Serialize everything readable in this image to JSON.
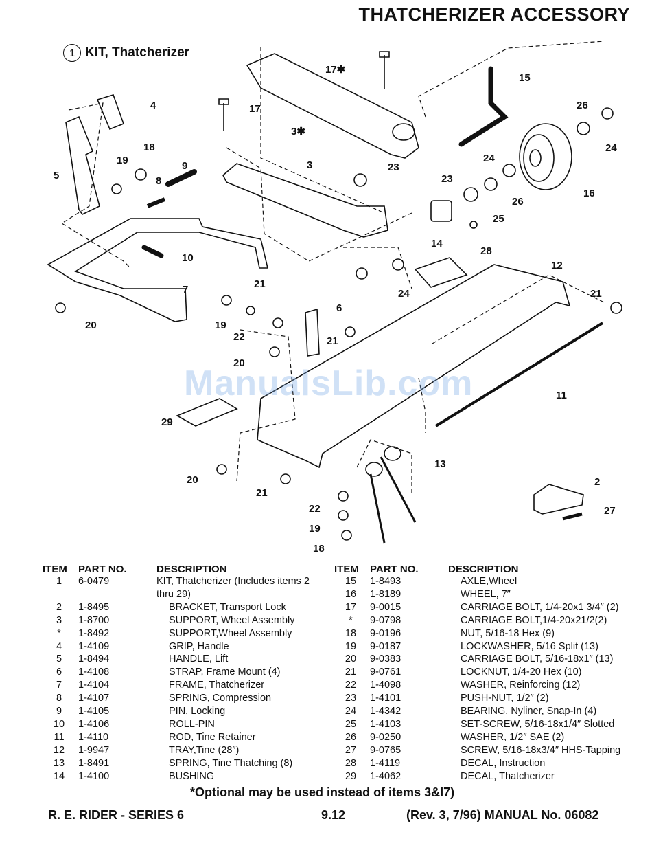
{
  "header": {
    "title": "THATCHERIZER ACCESSORY"
  },
  "kit": {
    "number": "1",
    "label": "KIT, Thatcherizer"
  },
  "watermark": "ManualsLib.com",
  "callouts": [
    "17✱",
    "15",
    "4",
    "17",
    "3✱",
    "26",
    "24",
    "18",
    "5",
    "19",
    "9",
    "3",
    "23",
    "16",
    "8",
    "23",
    "24",
    "26",
    "25",
    "14",
    "10",
    "28",
    "12",
    "7",
    "21",
    "6",
    "21",
    "20",
    "19",
    "22",
    "21",
    "24",
    "20",
    "11",
    "29",
    "13",
    "2",
    "20",
    "27",
    "21",
    "22",
    "19",
    "18"
  ],
  "table_headers": {
    "item": "ITEM",
    "part_no": "PART NO.",
    "description": "DESCRIPTION"
  },
  "parts_left": [
    {
      "item": "1",
      "part_no": "6-0479",
      "description": "KIT, Thatcherizer (Includes items 2",
      "cont": "thru 29)"
    },
    {
      "item": "2",
      "part_no": "1-8495",
      "description": "BRACKET, Transport Lock"
    },
    {
      "item": "3",
      "part_no": "1-8700",
      "description": "SUPPORT, Wheel Assembly"
    },
    {
      "item": "*",
      "part_no": "1-8492",
      "description": "SUPPORT,Wheel Assembly"
    },
    {
      "item": "4",
      "part_no": "1-4109",
      "description": "GRIP, Handle"
    },
    {
      "item": "5",
      "part_no": "1-8494",
      "description": "HANDLE, Lift"
    },
    {
      "item": "6",
      "part_no": "1-4108",
      "description": "STRAP, Frame Mount (4)"
    },
    {
      "item": "7",
      "part_no": "1-4104",
      "description": "FRAME, Thatcherizer"
    },
    {
      "item": "8",
      "part_no": "1-4107",
      "description": "SPRING, Compression"
    },
    {
      "item": "9",
      "part_no": "1-4105",
      "description": "PIN, Locking"
    },
    {
      "item": "10",
      "part_no": "1-4106",
      "description": "ROLL-PIN"
    },
    {
      "item": "11",
      "part_no": "1-4110",
      "description": "ROD, Tine Retainer"
    },
    {
      "item": "12",
      "part_no": "1-9947",
      "description": "TRAY,Tine (28″)"
    },
    {
      "item": "13",
      "part_no": "1-8491",
      "description": "SPRING, Tine Thatching (8)"
    },
    {
      "item": "14",
      "part_no": "1-4100",
      "description": "BUSHING"
    }
  ],
  "parts_right": [
    {
      "item": "15",
      "part_no": "1-8493",
      "description": "AXLE,Wheel"
    },
    {
      "item": "16",
      "part_no": "1-8189",
      "description": "WHEEL, 7″"
    },
    {
      "item": "17",
      "part_no": "9-0015",
      "description": "CARRIAGE BOLT, 1/4-20x1 3/4″ (2)"
    },
    {
      "item": "*",
      "part_no": "9-0798",
      "description": "CARRIAGE BOLT,1/4-20x21/2(2)"
    },
    {
      "item": "18",
      "part_no": "9-0196",
      "description": "NUT, 5/16-18 Hex (9)"
    },
    {
      "item": "19",
      "part_no": "9-0187",
      "description": "LOCKWASHER, 5/16 Split (13)"
    },
    {
      "item": "20",
      "part_no": "9-0383",
      "description": "CARRIAGE BOLT, 5/16-18x1″    (13)"
    },
    {
      "item": "21",
      "part_no": "9-0761",
      "description": "LOCKNUT, 1/4-20 Hex (10)"
    },
    {
      "item": "22",
      "part_no": "1-4098",
      "description": "WASHER, Reinforcing (12)"
    },
    {
      "item": "23",
      "part_no": "1-4101",
      "description": "PUSH-NUT, 1/2″ (2)"
    },
    {
      "item": "24",
      "part_no": "1-4342",
      "description": "BEARING, Nyliner, Snap-In (4)"
    },
    {
      "item": "25",
      "part_no": "1-4103",
      "description": "SET-SCREW, 5/16-18x1/4″    Slotted"
    },
    {
      "item": "26",
      "part_no": "9-0250",
      "description": "WASHER, 1/2″ SAE (2)"
    },
    {
      "item": "27",
      "part_no": "9-0765",
      "description": "SCREW, 5/16-18x3/4″ HHS-Tapping"
    },
    {
      "item": "28",
      "part_no": "1-4119",
      "description": "DECAL, Instruction"
    },
    {
      "item": "29",
      "part_no": "1-4062",
      "description": "DECAL, Thatcherizer"
    }
  ],
  "optional_note": "*Optional may be used instead of items 3&I7)",
  "footer": {
    "left": "R. E. RIDER - SERIES 6",
    "center": "9.12",
    "right": "(Rev. 3, 7/96) MANUAL No. 06082"
  }
}
